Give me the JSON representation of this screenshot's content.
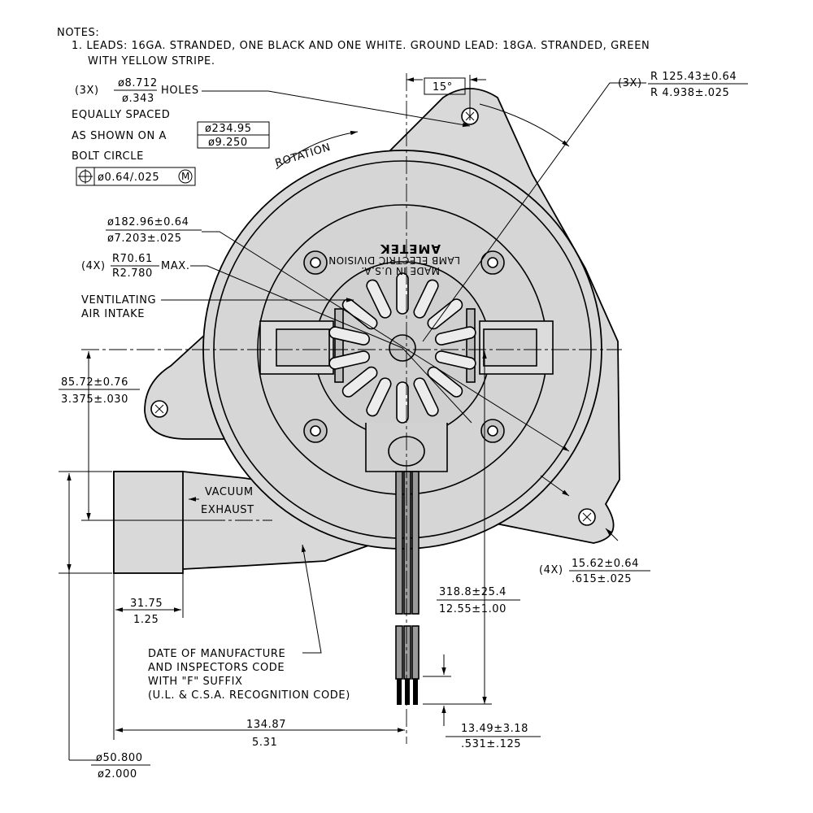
{
  "notes": {
    "heading": "NOTES:",
    "line1": "1. LEADS: 16GA. STRANDED, ONE BLACK AND ONE WHITE. GROUND LEAD: 18GA. STRANDED, GREEN",
    "line2": "WITH YELLOW STRIPE."
  },
  "holes": {
    "qty": "(3X)",
    "dia_mm": "ø8.712",
    "dia_in": "ø.343",
    "word": "HOLES",
    "line1": "EQUALLY SPACED",
    "line2": "AS SHOWN ON A",
    "line3": "BOLT CIRCLE",
    "bc_mm": "ø234.95",
    "bc_in": "ø9.250",
    "tolerance": "ø0.64/.025",
    "modifier": "M"
  },
  "angle": "15°",
  "rotation": "ROTATION",
  "radius_outer": {
    "qty": "(3X)",
    "mm": "R 125.43±0.64",
    "in": "R 4.938±.025"
  },
  "dia_body": {
    "mm": "ø182.96±0.64",
    "in": "ø7.203±.025"
  },
  "radius_inner": {
    "qty": "(4X)",
    "mm": "R70.61",
    "in": "R2.780",
    "suffix": "MAX."
  },
  "ventilating": {
    "line1": "VENTILATING",
    "line2": "AIR INTAKE"
  },
  "height_dim": {
    "mm": "85.72±0.76",
    "in": "3.375±.030"
  },
  "brand": {
    "name": "AMETEK",
    "line1": "LAMB ELECTRIC DIVISION",
    "line2": "MADE IN U.S.A."
  },
  "exhaust": {
    "line1": "VACUUM",
    "line2": "EXHAUST"
  },
  "spacing_dim": {
    "qty": "(4X)",
    "mm": "15.62±0.64",
    "in": ".615±.025"
  },
  "lead_length": {
    "mm": "318.8±25.4",
    "in": "12.55±1.00"
  },
  "exhaust_len": {
    "mm": "31.75",
    "in": "1.25"
  },
  "date_note": {
    "line1": "DATE OF MANUFACTURE",
    "line2": "AND INSPECTORS CODE",
    "line3": "WITH \"F\" SUFFIX",
    "line4": "(U.L. & C.S.A. RECOGNITION CODE)"
  },
  "overall_dim": {
    "mm": "134.87",
    "in": "5.31"
  },
  "strip_dim": {
    "mm": "13.49±3.18",
    "in": ".531±.125"
  },
  "outlet_dia": {
    "mm": "ø50.800",
    "in": "ø2.000"
  }
}
